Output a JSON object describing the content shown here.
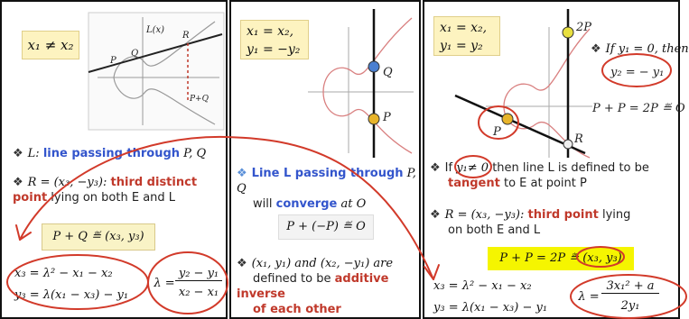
{
  "panel1": {
    "header": "x₁ ≠ x₂",
    "graph_labels": {
      "l": "L(x)",
      "p": "P",
      "q": "Q",
      "r": "R",
      "pq": "P+Q"
    },
    "bullet1_prefix": "L: ",
    "bullet1_highlight": "line passing through",
    "bullet1_suffix": " P, Q",
    "bullet2_prefix": "R = (x₃, −y₃): ",
    "bullet2_highlight": "third distinct point",
    "bullet2_suffix": " lying on both E and L",
    "def_box": "P + Q ≝ (x₃, y₃)",
    "eq_x3": "x₃ = λ² − x₁ − x₂",
    "eq_y3": "y₃ = λ(x₁ − x₃) − y₁",
    "lambda_lhs": "λ =",
    "lambda_num": "y₂ − y₁",
    "lambda_den": "x₂ − x₁"
  },
  "panel2": {
    "header_line1": "x₁ = x₂,",
    "header_line2": "y₁ = −y₂",
    "graph_labels": {
      "q": "Q",
      "p": "P"
    },
    "bullet1_highlight": "Line L passing through",
    "bullet1_suffix": " P, Q",
    "bullet1_line2_prefix": "will ",
    "bullet1_line2_highlight": "converge",
    "bullet1_line2_suffix": " at O",
    "def_box": "P + (−P) ≝ O",
    "bullet2_line1": "(x₁, y₁) and (x₂, −y₁) are",
    "bullet2_line2_prefix": "defined to be ",
    "bullet2_line2_highlight": "additive inverse",
    "bullet2_line3_highlight": "of each other"
  },
  "panel3": {
    "header_line1": "x₁ = x₂,",
    "header_line2": "y₁ = y₂",
    "graph_labels": {
      "twop": "2P",
      "p": "P",
      "r": "R"
    },
    "side_note1": "If  y₁ = 0, then",
    "side_note2": "y₂ = − y₁",
    "side_note3": "P + P = 2P ≝ O",
    "bullet1_line1_prefix": "If ",
    "bullet1_cond": "y₁≠ 0",
    "bullet1_line1_suffix": " then line L is defined to be",
    "bullet1_line2_highlight": "tangent",
    "bullet1_line2_suffix": " to E at point P",
    "bullet2_line1_prefix": "R = (x₃, −y₃): ",
    "bullet2_line1_highlight": "third point",
    "bullet2_line1_suffix": " lying",
    "bullet2_line2": "on both E and L",
    "def_box": "P + P = 2P ≝ (x₃, y₃)",
    "eq_x3": "x₃ = λ² − x₁ − x₂",
    "eq_y3": "y₃ = λ(x₁ − x₃) − y₁",
    "lambda_lhs": "λ =",
    "lambda_num": "3x₁² + a",
    "lambda_den": "2y₁"
  },
  "colors": {
    "ink_red": "#d23a2a",
    "highlight_yellow": "#f5f500",
    "header_bg": "#fdf3c0",
    "blue_text": "#3355cc",
    "red_text": "#c0392b"
  }
}
